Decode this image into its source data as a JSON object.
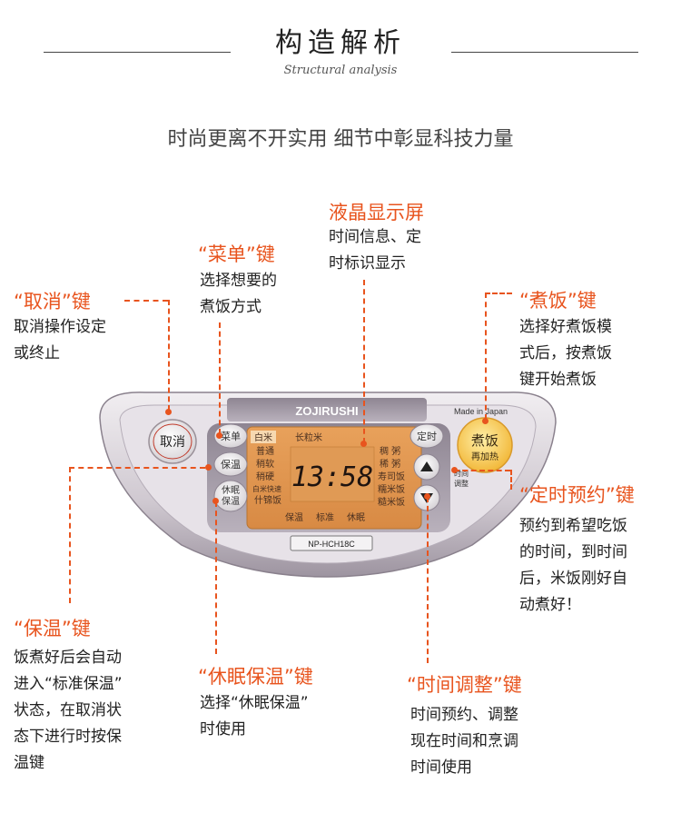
{
  "header": {
    "title": "构造解析",
    "subtitle": "Structural analysis",
    "tagline": "时尚更离不开实用 细节中彰显科技力量"
  },
  "callouts": {
    "lcd": {
      "label": "液晶显示屏",
      "desc": [
        "时间信息、定",
        "时标识显示"
      ]
    },
    "menu": {
      "label": "“菜单”键",
      "desc": [
        "选择想要的",
        "煮饭方式"
      ]
    },
    "cancel": {
      "label": "“取消”键",
      "desc": [
        "取消操作设定",
        "或终止"
      ]
    },
    "cook": {
      "label": "“煮饭”键",
      "desc": [
        "选择好煮饭模",
        "式后，按煮饭",
        "键开始煮饭"
      ]
    },
    "timer": {
      "label": "“定时预约”键",
      "desc": [
        "预约到希望吃饭",
        "的时间，到时间",
        "后，米饭刚好自",
        "动煮好！"
      ]
    },
    "keepwarm": {
      "label": "“保温”键",
      "desc": [
        "饭煮好后会自动",
        "进入“标准保温”",
        "状态，在取消状",
        "态下进行时按保",
        "温键"
      ]
    },
    "sleepwarm": {
      "label": "“休眠保温”键",
      "desc": [
        "选择“休眠保温”",
        "时使用"
      ]
    },
    "timeadjust": {
      "label": "“时间调整”键",
      "desc": [
        "时间预约、调整",
        "现在时间和烹调",
        "时间使用"
      ]
    }
  },
  "panel": {
    "brand": "ZOJIRUSHI",
    "made_in": "Made in Japan",
    "model": "NP-HCH18C",
    "cancel_btn": "取消",
    "menu_btn": "菜单",
    "keepwarm_btn": "保温",
    "sleep_btn_1": "休眠",
    "sleep_btn_2": "保温",
    "timer_btn": "定时",
    "time_adjust_1": "时间",
    "time_adjust_2": "调整",
    "cook_btn": "煮饭",
    "cook_sub": "再加热",
    "display_time": "13:58",
    "tab_white": "白米",
    "tab_long": "长粒米",
    "menu_left": [
      "普通",
      "稍软",
      "稍硬",
      "白米快速",
      "什锦饭"
    ],
    "menu_right": [
      "稠 粥",
      "稀 粥",
      "寿司饭",
      "糯米饭",
      "糙米饭"
    ],
    "bottom_modes": [
      "保温",
      "标准",
      "休眠"
    ]
  }
}
